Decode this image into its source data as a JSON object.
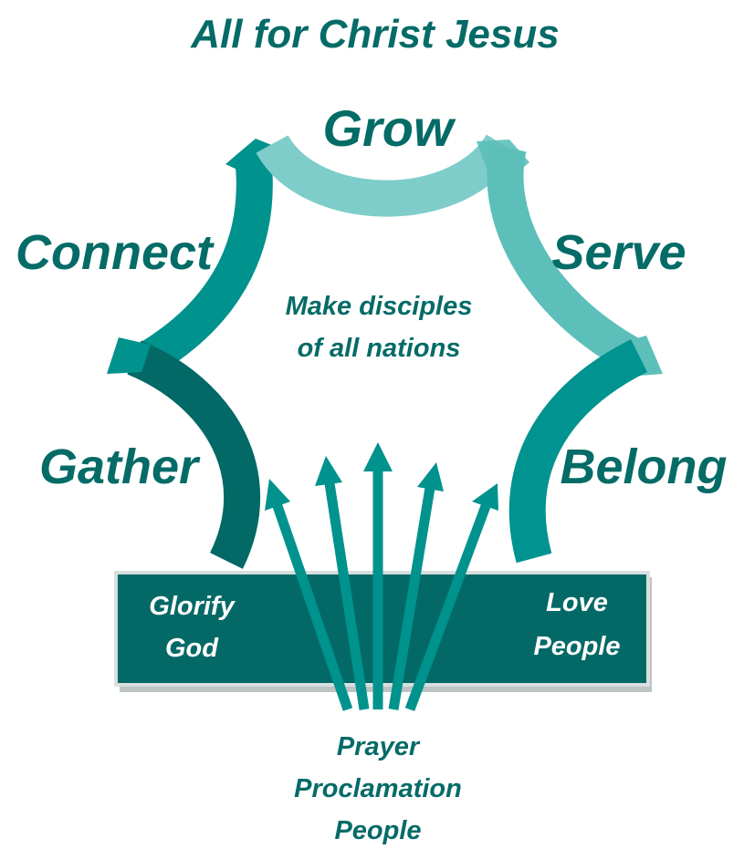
{
  "title": "All for Christ Jesus",
  "center_text": {
    "line1": "Make disciples",
    "line2": "of all nations"
  },
  "arcs": [
    {
      "key": "grow",
      "label": "Grow",
      "color": "#7ecdca"
    },
    {
      "key": "connect",
      "label": "Connect",
      "color": "#00928d"
    },
    {
      "key": "serve",
      "label": "Serve",
      "color": "#5dbfba"
    },
    {
      "key": "gather",
      "label": "Gather",
      "color": "#036966"
    },
    {
      "key": "belong",
      "label": "Belong",
      "color": "#00938f"
    }
  ],
  "base": {
    "left": {
      "line1": "Glorify",
      "line2": "God"
    },
    "right": {
      "line1": "Love",
      "line2": "People"
    },
    "fill": "#036966",
    "border": "#d9dede"
  },
  "foundation": {
    "line1": "Prayer",
    "line2": "Proclamation",
    "line3": "People"
  },
  "colors": {
    "text_dark": "#056b67",
    "arrow": "#00928d",
    "white_text": "#ffffff"
  }
}
